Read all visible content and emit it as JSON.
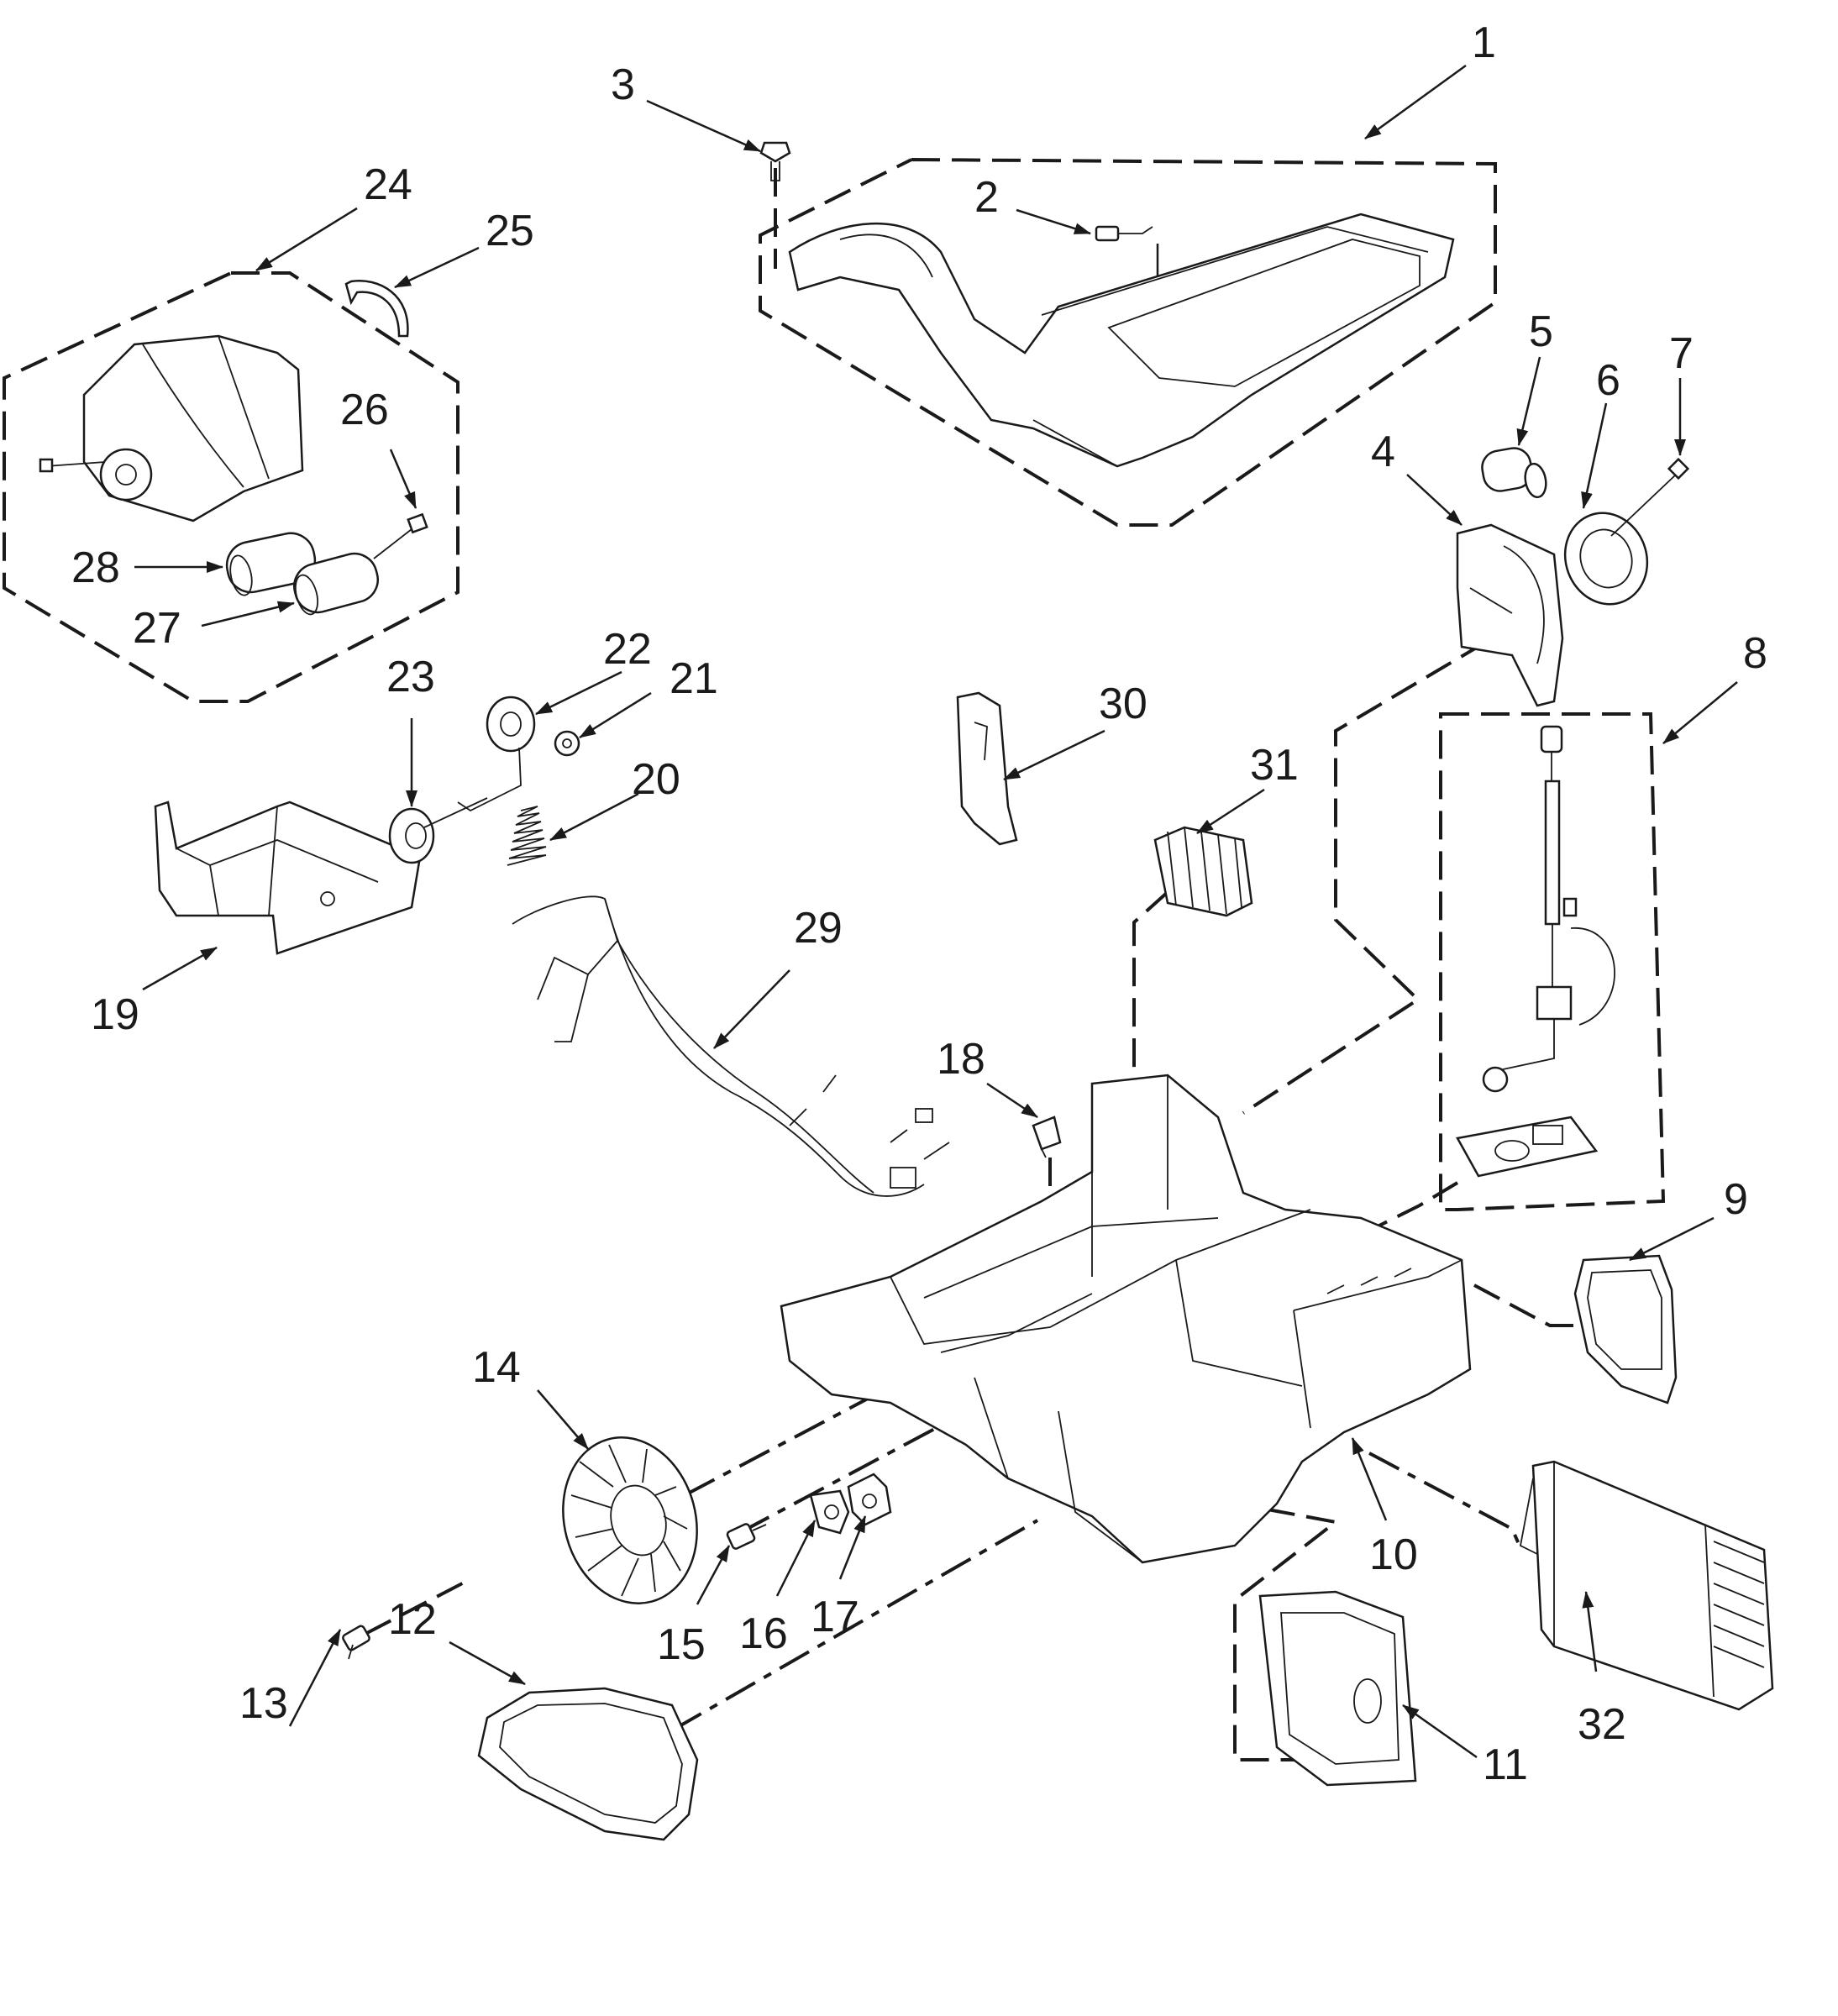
{
  "labels": {
    "p1": "1",
    "p2": "2",
    "p3": "3",
    "p4": "4",
    "p5": "5",
    "p6": "6",
    "p7": "7",
    "p8": "8",
    "p9": "9",
    "p10": "10",
    "p11": "11",
    "p12": "12",
    "p13": "13",
    "p14": "14",
    "p15": "15",
    "p16": "16",
    "p17": "17",
    "p18": "18",
    "p19": "19",
    "p20": "20",
    "p21": "21",
    "p22": "22",
    "p23": "23",
    "p24": "24",
    "p25": "25",
    "p26": "26",
    "p27": "27",
    "p28": "28",
    "p29": "29",
    "p30": "30",
    "p31": "31",
    "p32": "32"
  }
}
